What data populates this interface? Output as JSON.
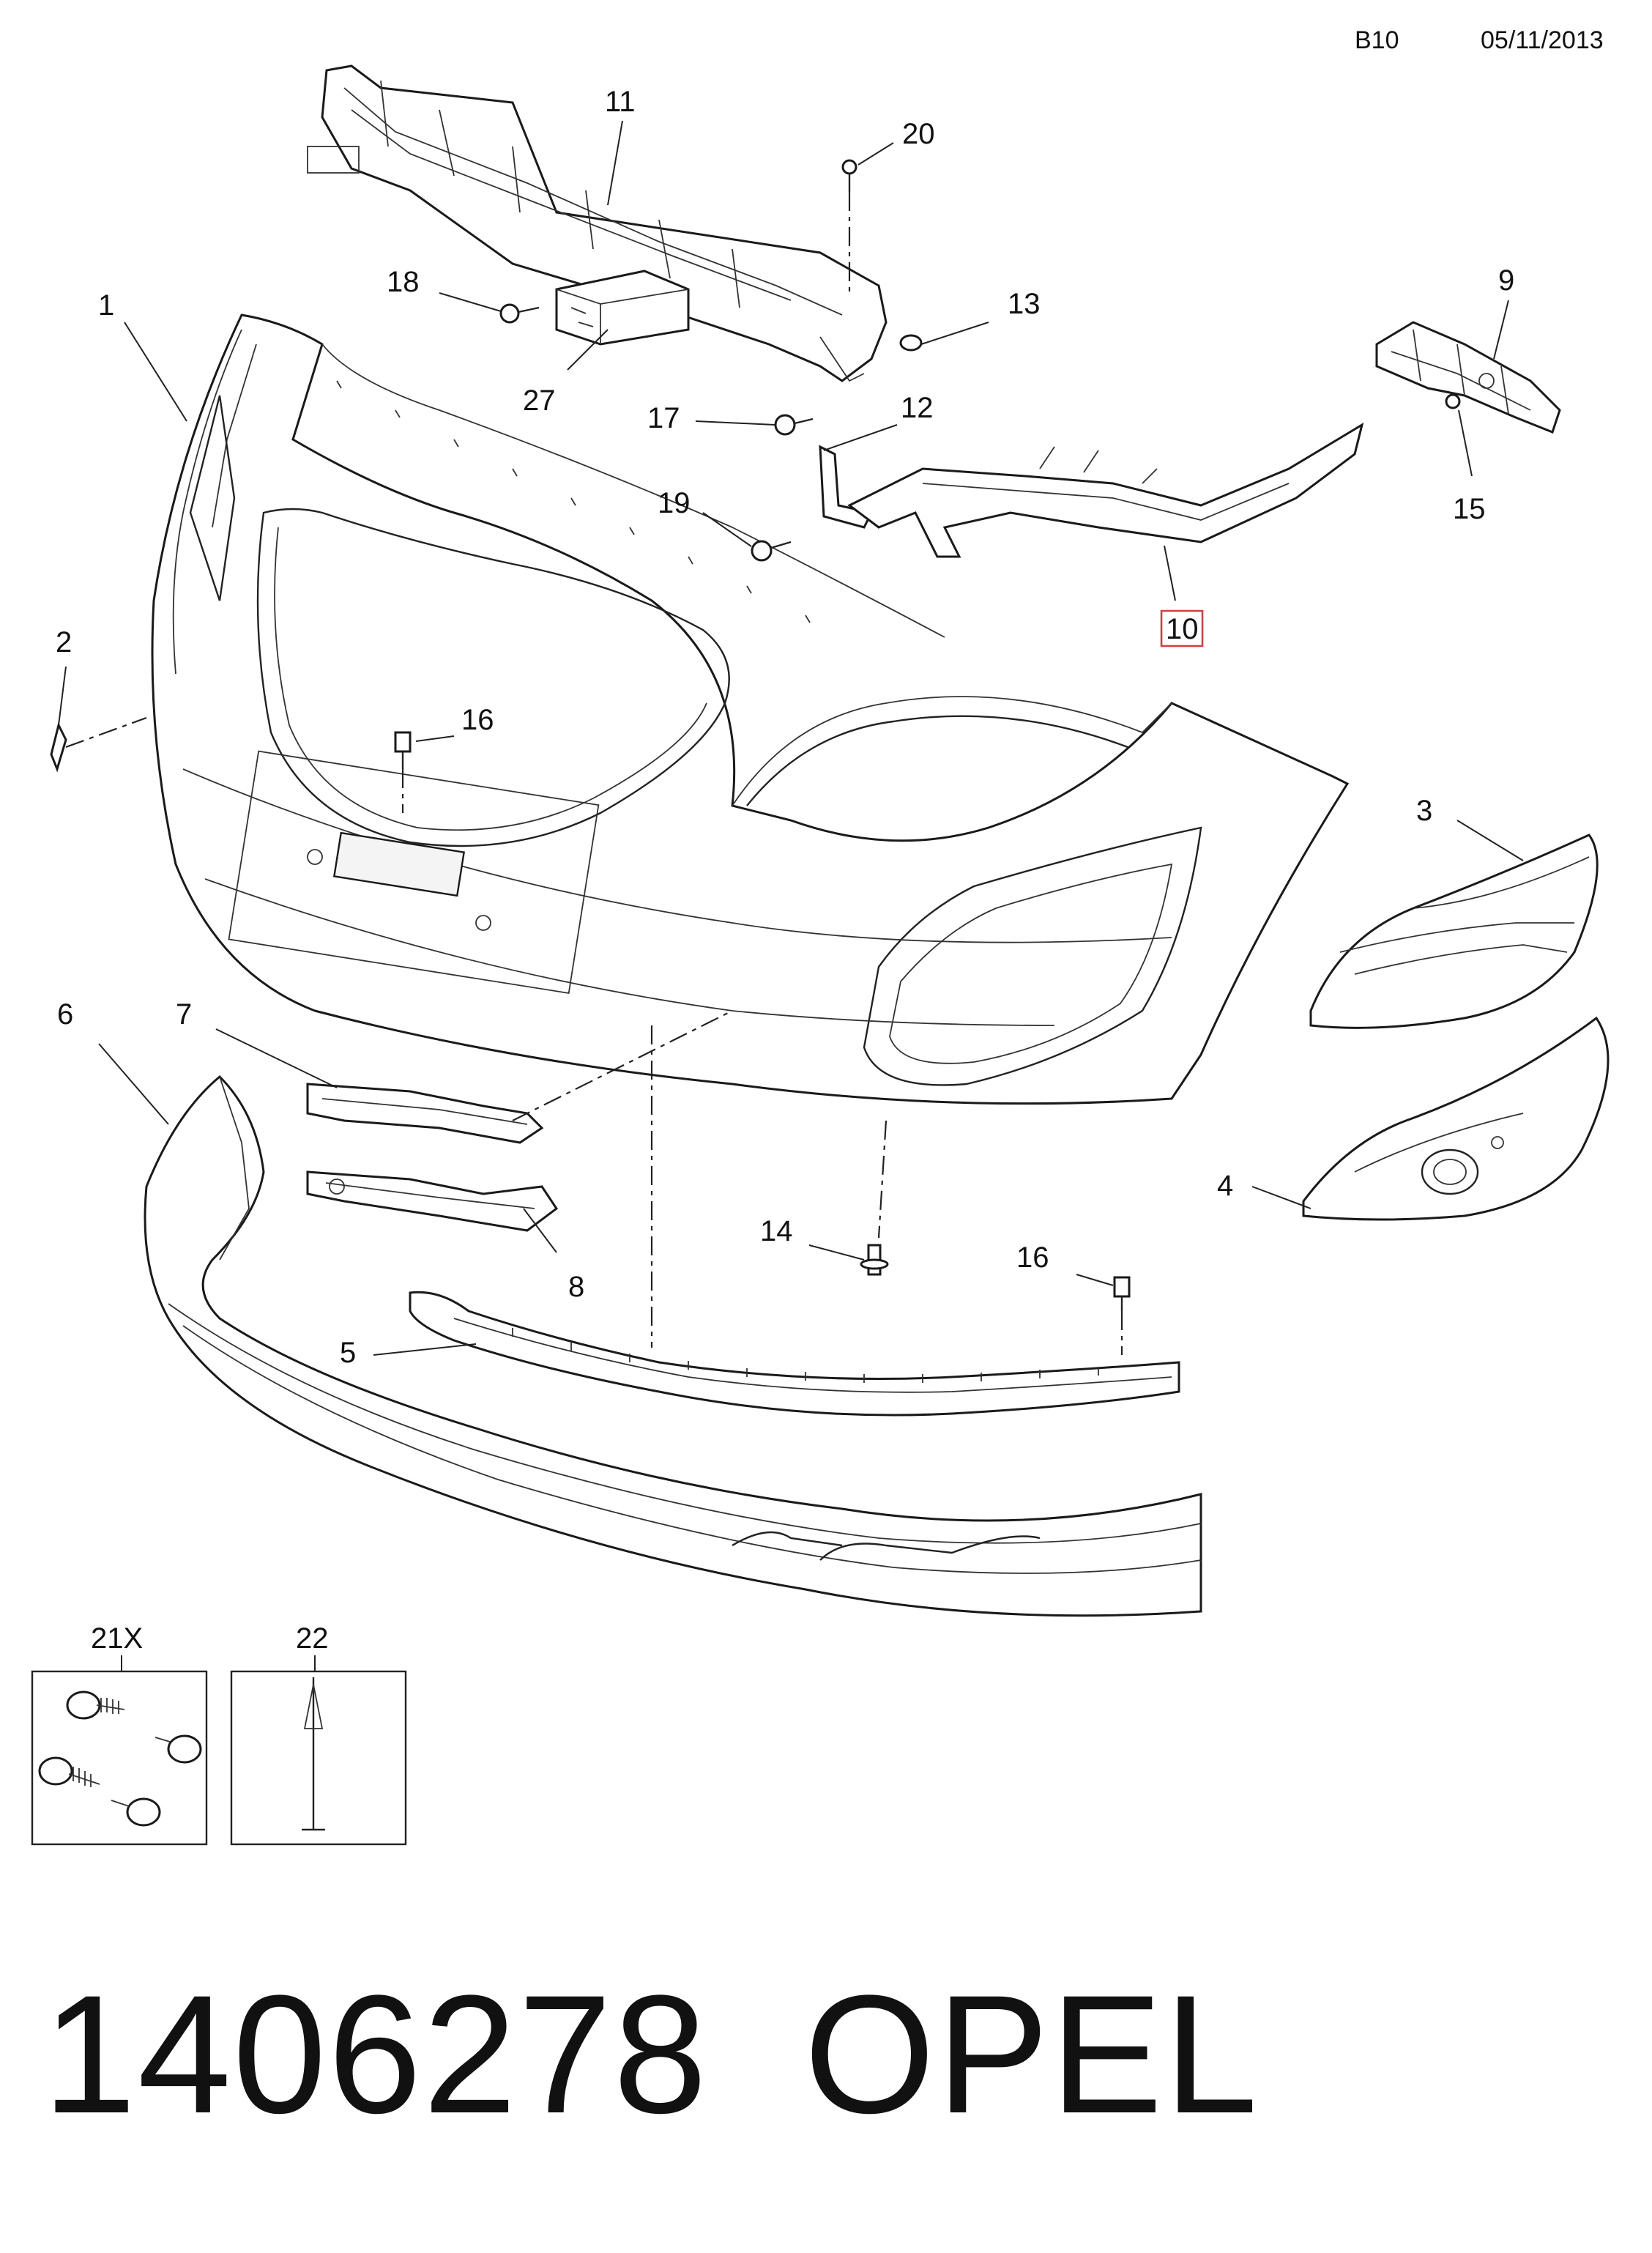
{
  "header": {
    "sheet": "B10",
    "date": "05/11/2013"
  },
  "callouts": [
    {
      "id": "c1",
      "label": "1"
    },
    {
      "id": "c2",
      "label": "2"
    },
    {
      "id": "c3",
      "label": "3"
    },
    {
      "id": "c4",
      "label": "4"
    },
    {
      "id": "c5",
      "label": "5"
    },
    {
      "id": "c6",
      "label": "6"
    },
    {
      "id": "c7",
      "label": "7"
    },
    {
      "id": "c8",
      "label": "8"
    },
    {
      "id": "c9",
      "label": "9"
    },
    {
      "id": "c10",
      "label": "10"
    },
    {
      "id": "c11",
      "label": "11"
    },
    {
      "id": "c12",
      "label": "12"
    },
    {
      "id": "c13",
      "label": "13"
    },
    {
      "id": "c14",
      "label": "14"
    },
    {
      "id": "c15",
      "label": "15"
    },
    {
      "id": "c16a",
      "label": "16"
    },
    {
      "id": "c16b",
      "label": "16"
    },
    {
      "id": "c17",
      "label": "17"
    },
    {
      "id": "c18",
      "label": "18"
    },
    {
      "id": "c19",
      "label": "19"
    },
    {
      "id": "c20",
      "label": "20"
    },
    {
      "id": "c21",
      "label": "21X"
    },
    {
      "id": "c22",
      "label": "22"
    },
    {
      "id": "c27",
      "label": "27"
    }
  ],
  "highlighted_callout": "10",
  "footer": {
    "part_number": "1406278",
    "brand": "OPEL"
  }
}
